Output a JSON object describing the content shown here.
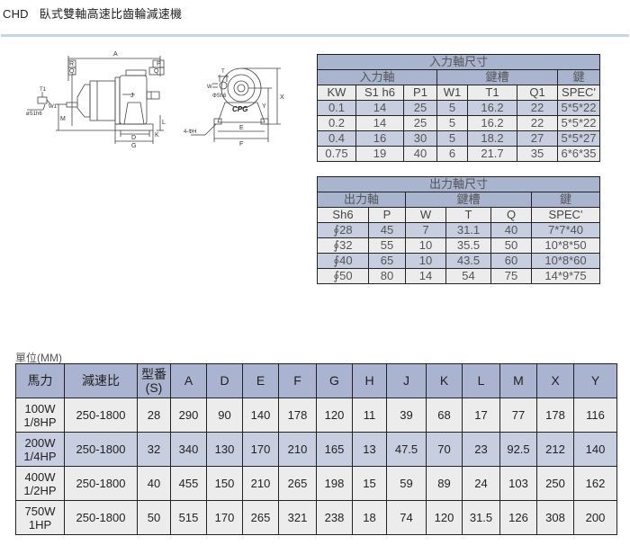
{
  "header": {
    "model_code": "CHD",
    "title": "臥式雙軸高速比齒輪減速機"
  },
  "drawing": {
    "labels": {
      "side_view": [
        "A",
        "P",
        "Q",
        "R",
        "Q",
        "J",
        "M",
        "D",
        "G",
        "K",
        "L",
        "øS1h6",
        "W1",
        "T1"
      ],
      "front_view": [
        "T",
        "W",
        "ΦSh6",
        "X",
        "Y",
        "E",
        "F",
        "4-ΦH"
      ],
      "logo": "CPG"
    }
  },
  "input_table": {
    "caption": "入力軸尺寸",
    "groups": [
      {
        "label": "入力軸",
        "span": 3
      },
      {
        "label": "鍵槽",
        "span": 3
      },
      {
        "label": "鍵",
        "span": 1
      }
    ],
    "columns": [
      "KW",
      "S1 h6",
      "P1",
      "W1",
      "T1",
      "Q1",
      "SPEC'"
    ],
    "rows": [
      [
        "0.1",
        "14",
        "25",
        "5",
        "16.2",
        "22",
        "5*5*22"
      ],
      [
        "0.2",
        "14",
        "25",
        "5",
        "16.2",
        "22",
        "5*5*22"
      ],
      [
        "0.4",
        "16",
        "30",
        "5",
        "18.2",
        "27",
        "5*5*27"
      ],
      [
        "0.75",
        "19",
        "40",
        "6",
        "21.7",
        "35",
        "6*6*35"
      ]
    ]
  },
  "output_table": {
    "caption": "出力軸尺寸",
    "groups": [
      {
        "label": "出力軸",
        "span": 2
      },
      {
        "label": "鍵槽",
        "span": 3
      },
      {
        "label": "鍵",
        "span": 1
      }
    ],
    "columns": [
      "Sh6",
      "P",
      "W",
      "T",
      "Q",
      "SPEC'"
    ],
    "rows": [
      [
        "∮28",
        "45",
        "7",
        "31.1",
        "40",
        "7*7*40"
      ],
      [
        "∮32",
        "55",
        "10",
        "35.5",
        "50",
        "10*8*50"
      ],
      [
        "∮40",
        "65",
        "10",
        "43.5",
        "60",
        "10*8*60"
      ],
      [
        "∮50",
        "80",
        "14",
        "54",
        "75",
        "14*9*75"
      ]
    ]
  },
  "dimension_table": {
    "unit_label": "單位(MM)",
    "columns": [
      "馬力",
      "減速比",
      "型番\n(S)",
      "A",
      "D",
      "E",
      "F",
      "G",
      "H",
      "J",
      "K",
      "L",
      "M",
      "X",
      "Y"
    ],
    "columns_split": {
      "model_line1": "型番",
      "model_line2": "(S)"
    },
    "rows": [
      {
        "power_w": "100W",
        "power_hp": "1/8HP",
        "values": [
          "250-1800",
          "28",
          "290",
          "90",
          "140",
          "178",
          "120",
          "11",
          "39",
          "68",
          "17",
          "77",
          "178",
          "116"
        ]
      },
      {
        "power_w": "200W",
        "power_hp": "1/4HP",
        "values": [
          "250-1800",
          "32",
          "340",
          "130",
          "170",
          "210",
          "165",
          "13",
          "47.5",
          "70",
          "23",
          "92.5",
          "212",
          "140"
        ]
      },
      {
        "power_w": "400W",
        "power_hp": "1/2HP",
        "values": [
          "250-1800",
          "40",
          "455",
          "150",
          "210",
          "265",
          "198",
          "15",
          "59",
          "89",
          "24",
          "103",
          "250",
          "162"
        ]
      },
      {
        "power_w": "750W",
        "power_hp": "1HP",
        "values": [
          "250-1800",
          "50",
          "515",
          "170",
          "265",
          "321",
          "238",
          "18",
          "74",
          "120",
          "31.5",
          "126",
          "308",
          "200"
        ]
      }
    ]
  },
  "colors": {
    "header_fill": "#aab3cf",
    "row_alt_fill": "#c7cee0",
    "row_fill": "#ececec",
    "separator": "#c6d6e4"
  }
}
